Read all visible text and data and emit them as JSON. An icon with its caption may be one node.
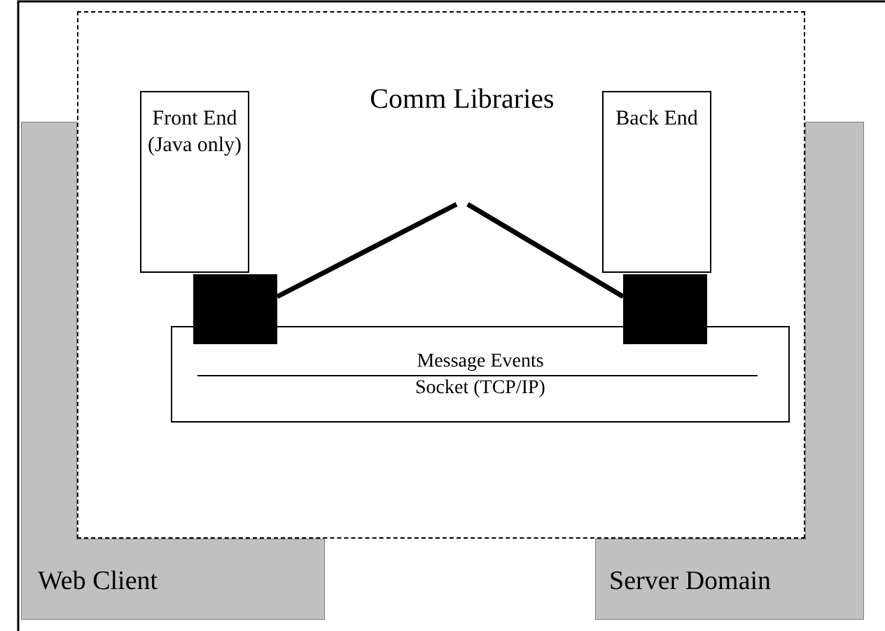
{
  "diagram": {
    "nodes": [
      {
        "text": [
          "Web Client"
        ]
      },
      {
        "text": [
          "Server Domain"
        ]
      },
      {
        "text": [],
        "shape": "box"
      },
      {
        "text": [
          "Front End (Java only)"
        ],
        "in": 2
      },
      {
        "text": [
          "Comm Libraries"
        ],
        "in": 2
      },
      {
        "text": [
          "Back End"
        ],
        "in": 2
      },
      {
        "text": [],
        "shape": "box",
        "in": 2
      },
      {
        "text": [],
        "shape": "box",
        "in": 2
      },
      {
        "text": [
          "Message Events",
          "Socket (TCP/IP)"
        ],
        "in": 2
      }
    ],
    "edges": [
      {
        "from": 4,
        "to": 6,
        "arrow": "none"
      },
      {
        "from": 4,
        "to": 7,
        "arrow": "none"
      }
    ]
  }
}
